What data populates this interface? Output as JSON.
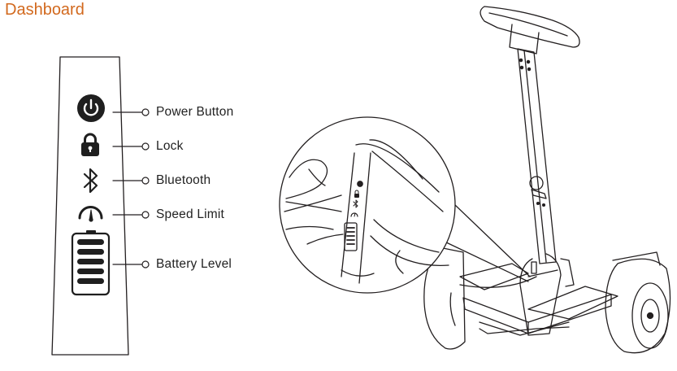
{
  "title": "Dashboard",
  "colors": {
    "title": "#d2691e",
    "line": "#231f20",
    "icon": "#1f1f1f"
  },
  "callouts": [
    {
      "id": "power",
      "label": "Power Button",
      "icon": "power-icon"
    },
    {
      "id": "lock",
      "label": "Lock",
      "icon": "lock-icon"
    },
    {
      "id": "bluetooth",
      "label": "Bluetooth",
      "icon": "bluetooth-icon"
    },
    {
      "id": "speed",
      "label": "Speed Limit",
      "icon": "speedometer-icon"
    },
    {
      "id": "battery",
      "label": "Battery Level",
      "icon": "battery-icon"
    }
  ]
}
